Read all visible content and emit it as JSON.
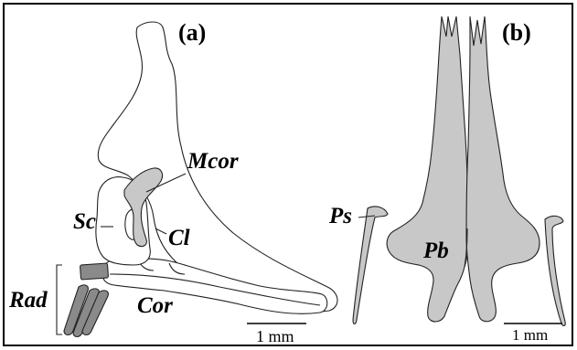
{
  "panels": {
    "a": {
      "label": "(a)",
      "labels": {
        "mcor": "Mcor",
        "sc": "Sc",
        "cl": "Cl",
        "rad": "Rad",
        "cor": "Cor"
      },
      "scale": "1 mm"
    },
    "b": {
      "label": "(b)",
      "labels": {
        "ps": "Ps",
        "pb": "Pb"
      },
      "scale": "1 mm"
    }
  },
  "colors": {
    "grey_fill": "#c8c8c8",
    "dark_fill": "#8a8a8a",
    "outline": "#222222"
  }
}
